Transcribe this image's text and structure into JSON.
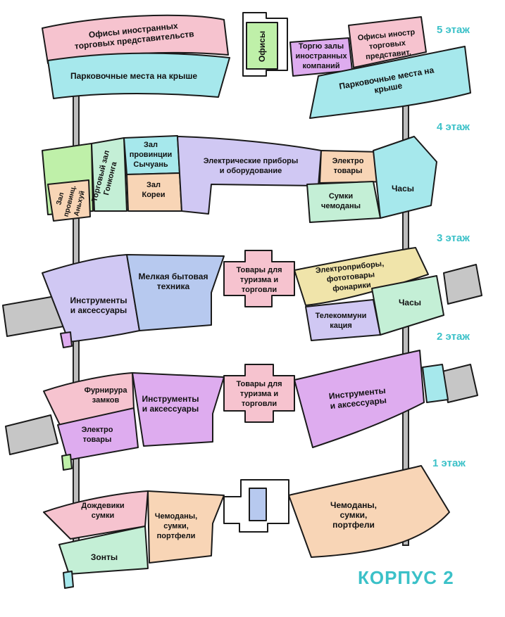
{
  "building": "КОРПУС 2",
  "floors": {
    "f5": "5 этаж",
    "f4": "4 этаж",
    "f3": "3 этаж",
    "f2": "2 этаж",
    "f1": "1 этаж"
  },
  "zones": {
    "f5": {
      "offices_foreign_left": "Офисы иностранных\nторговых представительств",
      "offices": "Офисы",
      "trade_halls": "Торгю залы\nиностранных\nкомпаний",
      "offices_foreign_right": "Офисы иностр\nторговых\nпредставит.",
      "parking_left": "Парковочные места на крыше",
      "parking_right": "Парковочные места на крыше"
    },
    "f4": {
      "hongkong": "Торговый зал\nГонконга",
      "sichuan": "Зал\nпровинции\nСычуань",
      "anhui": "Зал\nпровинц.\nАньхуй",
      "korea": "Зал\nКореи",
      "electrical": "Электрические приборы\nи оборудование",
      "electro": "Электро\nтовары",
      "bags": "Сумки\nчемоданы",
      "watches": "Часы"
    },
    "f3": {
      "instruments": "Инструменты\nи аксессуары",
      "appliances": "Мелкая бытовая\nтехника",
      "tourism": "Товары для\nтуризма и\nторговли",
      "electro_photo": "Электроприборы,\nфототовары\nфонарики",
      "telecom": "Телекоммуни\nкация",
      "watches": "Часы"
    },
    "f2": {
      "locks": "Фурнирура\nзамков",
      "electro": "Электро\nтовары",
      "instruments_left": "Инструменты\nи аксессуары",
      "tourism": "Товары для\nтуризма и\nторговли",
      "instruments_right": "Инструменты\nи аксессуары"
    },
    "f1": {
      "raincoats": "Дождевики\nсумки",
      "umbrellas": "Зонты",
      "suitcases_left": "Чемоданы,\nсумки,\nпортфели",
      "suitcases_right": "Чемоданы,\nсумки,\nпортфели"
    }
  },
  "colors": {
    "accent": "#3bc1c8",
    "pink": "#f6c3cf",
    "mint": "#c4efd6",
    "purple_light": "#d0c8f3",
    "cyan": "#a6e8ec",
    "green": "#bff0a9",
    "peach": "#f8d5b6",
    "blue": "#b7c9ef",
    "tan": "#f0e4aa",
    "magenta": "#deacef",
    "gray": "#c6c6c6"
  }
}
